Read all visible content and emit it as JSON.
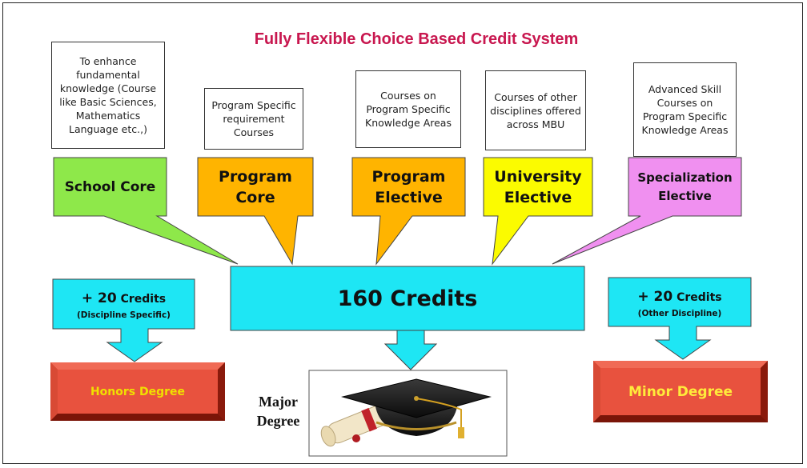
{
  "title": "Fully Flexible Choice Based Credit System",
  "categories": [
    {
      "id": "school-core",
      "label": "School Core",
      "description": "To enhance fundamental knowledge (Course like Basic Sciences, Mathematics Language etc.,)",
      "color": "#8ee84a"
    },
    {
      "id": "program-core",
      "label": "Program\nCore",
      "description": "Program Specific requirement Courses",
      "color": "#ffb400"
    },
    {
      "id": "program-elective",
      "label": "Program\nElective",
      "description": "Courses on Program Specific Knowledge Areas",
      "color": "#ffb400"
    },
    {
      "id": "university-elective",
      "label": "University\nElective",
      "description": "Courses of other disciplines offered across MBU",
      "color": "#fbfb00"
    },
    {
      "id": "specialization-elective",
      "label": "Specialization\nElective",
      "description": "Advanced Skill Courses on Program Specific Knowledge Areas",
      "color": "#f090f0"
    }
  ],
  "center": {
    "label": "160 Credits",
    "color": "#1ee6f4"
  },
  "honors": {
    "plus": "+ 20",
    "credits": "Credits",
    "qualifier": "(Discipline Specific)",
    "degree": "Honors Degree",
    "degree_color": "#f0e000"
  },
  "minor": {
    "plus": "+ 20",
    "credits": "Credits",
    "qualifier": "(Other Discipline)",
    "degree": "Minor Degree",
    "degree_color": "#ffeb3b"
  },
  "major": {
    "label": "Major\nDegree"
  }
}
